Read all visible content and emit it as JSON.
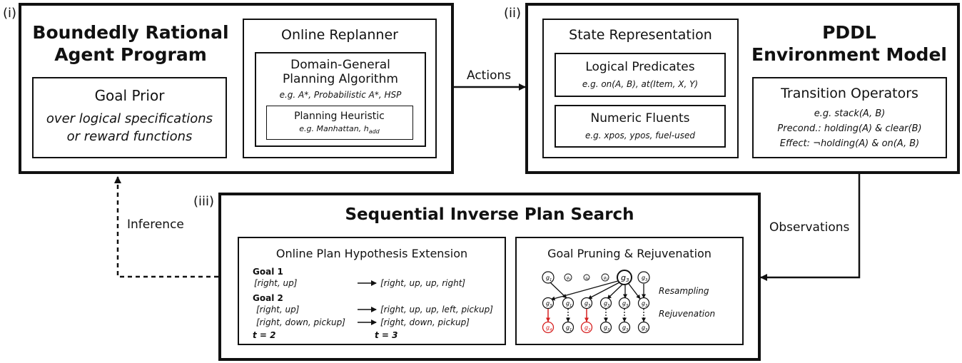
{
  "panel_i": {
    "tag": "(i)",
    "title_line1": "Boundedly Rational",
    "title_line2": "Agent Program",
    "goal_prior": {
      "title": "Goal Prior",
      "line1": "over logical specifications",
      "line2": "or reward functions"
    },
    "replanner": {
      "title": "Online Replanner",
      "algo_line1": "Domain-General",
      "algo_line2": "Planning Algorithm",
      "algo_examples": "e.g. A*, Probabilistic A*, HSP",
      "heuristic_title": "Planning Heuristic",
      "heuristic_examples_prefix": "e.g. Manhattan, h",
      "heuristic_examples_sub": "add"
    }
  },
  "panel_ii": {
    "tag": "(ii)",
    "title_line1": "PDDL",
    "title_line2": "Environment Model",
    "state_title": "State Representation",
    "predicates_title": "Logical Predicates",
    "predicates_examples": "e.g. on(A, B), at(Item, X, Y)",
    "fluents_title": "Numeric Fluents",
    "fluents_examples": "e.g. xpos, ypos, fuel-used",
    "operators_title": "Transition Operators",
    "operators_line1": "e.g. stack(A, B)",
    "operators_line2": "Precond.: holding(A) & clear(B)",
    "operators_line3": "Effect: ¬holding(A) & on(A, B)"
  },
  "panel_iii": {
    "tag": "(iii)",
    "title": "Sequential Inverse Plan Search",
    "extension": {
      "title": "Online Plan Hypothesis Extension",
      "goal1_label": "Goal 1",
      "goal1_plan": "[right, up]",
      "goal1_ext": "[right, up, up, right]",
      "goal2_label": "Goal 2",
      "goal2_plan_a": "[right, up]",
      "goal2_ext_a": "[right, up, up, left, pickup]",
      "goal2_plan_b": "[right, down, pickup]",
      "goal2_ext_b": "[right, down, pickup]",
      "t_before": "t = 2",
      "t_after": "t = 3"
    },
    "pruning": {
      "title": "Goal Pruning & Rejuvenation",
      "resampling_label": "Resampling",
      "rejuvenation_label": "Rejuvenation",
      "top_row": [
        "1",
        "4",
        "6",
        "2",
        "3",
        "3"
      ],
      "mid_row": [
        "3",
        "1",
        "3",
        "3",
        "3",
        "3"
      ],
      "bottom_row": [
        "4",
        "1",
        "2",
        "3",
        "3",
        "3"
      ]
    }
  },
  "edges": {
    "actions": "Actions",
    "observations": "Observations",
    "inference": "Inference"
  },
  "colors": {
    "ink": "#111111",
    "highlight": "#d62020"
  }
}
